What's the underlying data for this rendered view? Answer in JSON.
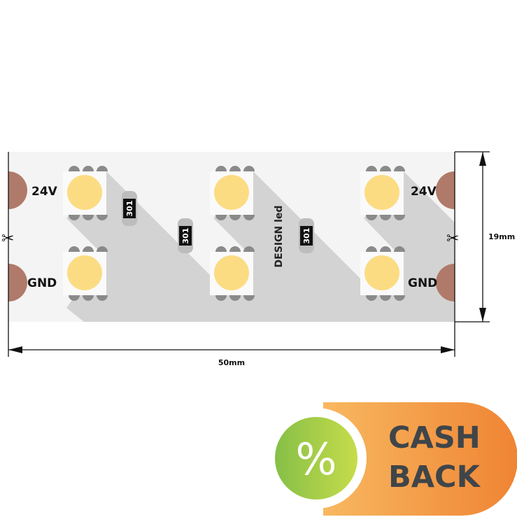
{
  "strip": {
    "pad_labels": {
      "top": "24V",
      "bottom": "GND"
    },
    "resistor_code": "301",
    "logo_text": "DESIGN led",
    "width_label": "50mm",
    "height_label": "19mm"
  },
  "badge": {
    "line1": "CASH",
    "line2": "BACK",
    "symbol": "%"
  },
  "colors": {
    "strip": "#f4f4f4",
    "shadow": "#d3d3d3",
    "pad": "#b07a6a",
    "led": "#fcdc83",
    "orange": "#f08a3a",
    "green": "#8cc24a",
    "text_dark": "#3f4549"
  }
}
